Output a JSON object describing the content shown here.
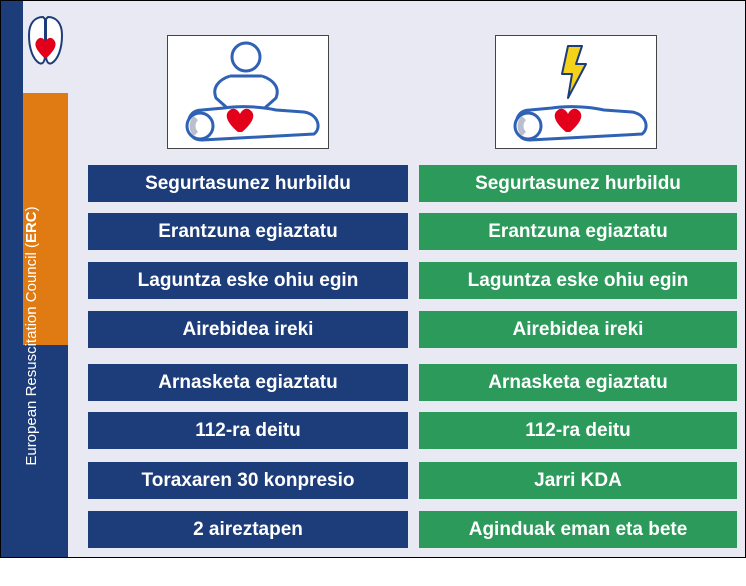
{
  "sidebar": {
    "org_prefix": "European Resuscitation Council (",
    "org_abbr": "ERC",
    "org_suffix": ")"
  },
  "icons": {
    "left": "cpr-compression-icon",
    "right": "defibrillator-shock-icon",
    "logo": "lungs-heart-logo-icon"
  },
  "colors": {
    "left_column": "#1d3d7a",
    "right_column": "#2b9a5a",
    "accent": "#e07a13",
    "heart": "#e3001b"
  },
  "left_column": [
    "Segurtasunez hurbildu",
    "Erantzuna egiaztatu",
    "Laguntza eske ohiu egin",
    "Airebidea ireki",
    "Arnasketa egiaztatu",
    "112-ra deitu",
    "Toraxaren 30 konpresio",
    "2 aireztapen"
  ],
  "right_column": [
    "Segurtasunez hurbildu",
    "Erantzuna egiaztatu",
    "Laguntza eske ohiu egin",
    "Airebidea ireki",
    "Arnasketa egiaztatu",
    "112-ra deitu",
    "Jarri KDA",
    "Aginduak eman eta bete"
  ]
}
